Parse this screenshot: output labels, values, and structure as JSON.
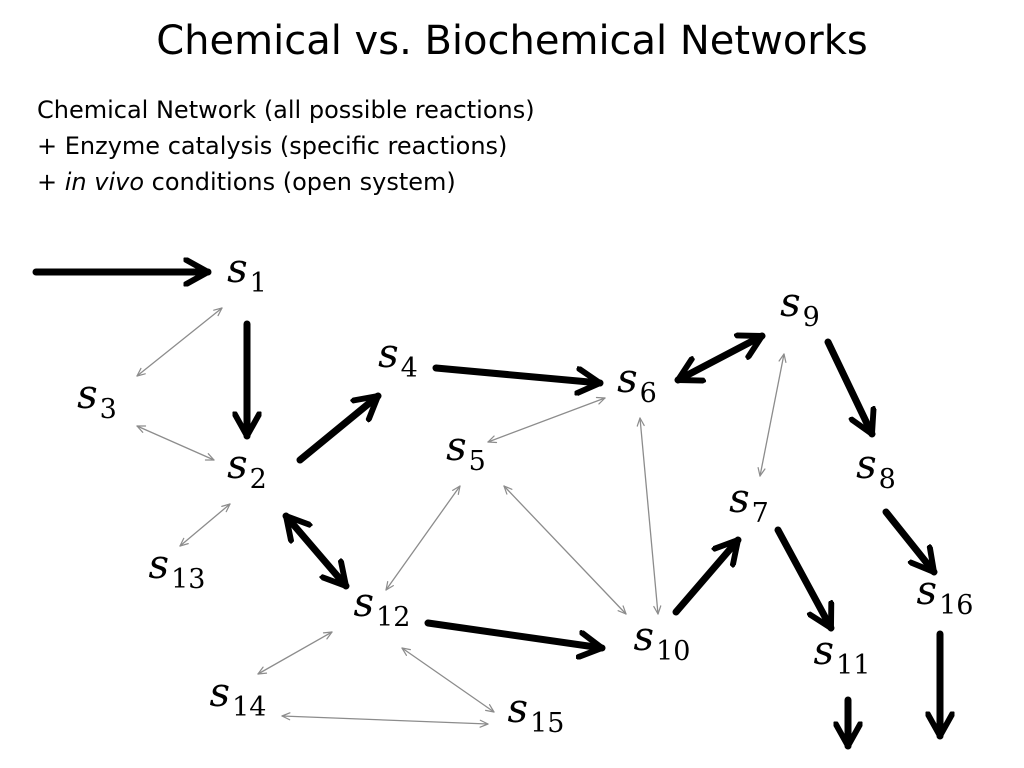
{
  "title": "Chemical vs. Biochemical Networks",
  "bullets": {
    "line1": "Chemical Network (all possible reactions)",
    "line2": "+ Enzyme catalysis (specific reactions)",
    "line3_prefix": "+ ",
    "line3_italic": "in vivo",
    "line3_suffix": " conditions (open system)"
  },
  "network": {
    "nodes": [
      {
        "id": "s1",
        "base": "s",
        "sub": "1"
      },
      {
        "id": "s2",
        "base": "s",
        "sub": "2"
      },
      {
        "id": "s3",
        "base": "s",
        "sub": "3"
      },
      {
        "id": "s4",
        "base": "s",
        "sub": "4"
      },
      {
        "id": "s5",
        "base": "s",
        "sub": "5"
      },
      {
        "id": "s6",
        "base": "s",
        "sub": "6"
      },
      {
        "id": "s7",
        "base": "s",
        "sub": "7"
      },
      {
        "id": "s8",
        "base": "s",
        "sub": "8"
      },
      {
        "id": "s9",
        "base": "s",
        "sub": "9"
      },
      {
        "id": "s10",
        "base": "s",
        "sub": "10"
      },
      {
        "id": "s11",
        "base": "s",
        "sub": "11"
      },
      {
        "id": "s12",
        "base": "s",
        "sub": "12"
      },
      {
        "id": "s13",
        "base": "s",
        "sub": "13"
      },
      {
        "id": "s14",
        "base": "s",
        "sub": "14"
      },
      {
        "id": "s15",
        "base": "s",
        "sub": "15"
      },
      {
        "id": "s16",
        "base": "s",
        "sub": "16"
      }
    ],
    "edges": [
      {
        "from": "input",
        "to": "s1",
        "kind": "catalyzed",
        "direction": "forward"
      },
      {
        "from": "s1",
        "to": "s2",
        "kind": "catalyzed",
        "direction": "forward"
      },
      {
        "from": "s2",
        "to": "s4",
        "kind": "catalyzed",
        "direction": "forward"
      },
      {
        "from": "s4",
        "to": "s6",
        "kind": "catalyzed",
        "direction": "forward"
      },
      {
        "from": "s6",
        "to": "s9",
        "kind": "catalyzed",
        "direction": "both"
      },
      {
        "from": "s9",
        "to": "s8",
        "kind": "catalyzed",
        "direction": "forward"
      },
      {
        "from": "s8",
        "to": "s16",
        "kind": "catalyzed",
        "direction": "forward"
      },
      {
        "from": "s16",
        "to": "output",
        "kind": "catalyzed",
        "direction": "forward"
      },
      {
        "from": "s2",
        "to": "s12",
        "kind": "catalyzed",
        "direction": "both"
      },
      {
        "from": "s12",
        "to": "s10",
        "kind": "catalyzed",
        "direction": "forward"
      },
      {
        "from": "s10",
        "to": "s7",
        "kind": "catalyzed",
        "direction": "forward"
      },
      {
        "from": "s7",
        "to": "s11",
        "kind": "catalyzed",
        "direction": "forward"
      },
      {
        "from": "s11",
        "to": "output",
        "kind": "catalyzed",
        "direction": "forward"
      },
      {
        "from": "s3",
        "to": "s1",
        "kind": "possible",
        "direction": "both"
      },
      {
        "from": "s3",
        "to": "s2",
        "kind": "possible",
        "direction": "both"
      },
      {
        "from": "s2",
        "to": "s13",
        "kind": "possible",
        "direction": "both"
      },
      {
        "from": "s5",
        "to": "s6",
        "kind": "possible",
        "direction": "both"
      },
      {
        "from": "s5",
        "to": "s12",
        "kind": "possible",
        "direction": "both"
      },
      {
        "from": "s5",
        "to": "s10",
        "kind": "possible",
        "direction": "both"
      },
      {
        "from": "s6",
        "to": "s10",
        "kind": "possible",
        "direction": "both"
      },
      {
        "from": "s9",
        "to": "s7",
        "kind": "possible",
        "direction": "both"
      },
      {
        "from": "s12",
        "to": "s14",
        "kind": "possible",
        "direction": "both"
      },
      {
        "from": "s12",
        "to": "s15",
        "kind": "possible",
        "direction": "both"
      },
      {
        "from": "s14",
        "to": "s15",
        "kind": "possible",
        "direction": "both"
      }
    ]
  },
  "colors": {
    "catalyzed": "#000000",
    "possible": "#8c8c8c",
    "text": "#000000",
    "background": "#ffffff"
  }
}
